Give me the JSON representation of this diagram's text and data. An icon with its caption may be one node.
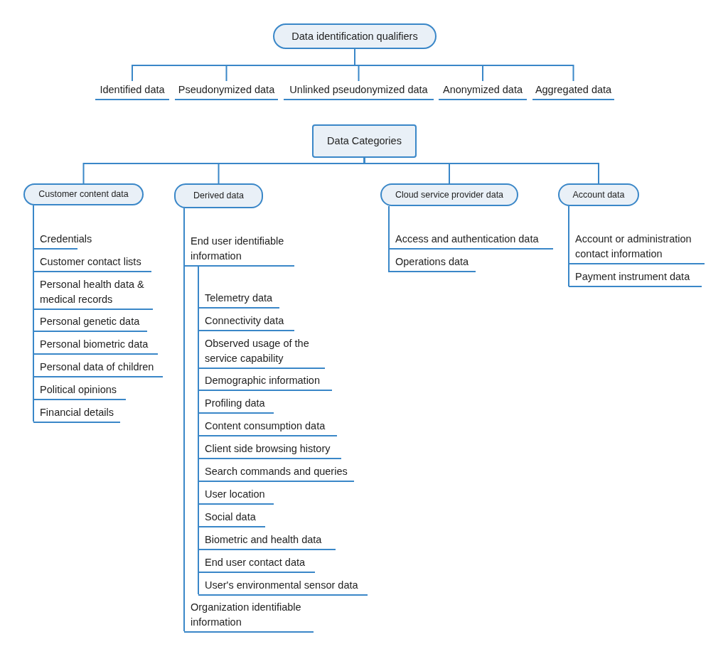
{
  "diagram": {
    "nodes": [
      {
        "text": [
          "Data identification qualifiers"
        ]
      },
      {
        "text": [
          "Identified data"
        ]
      },
      {
        "text": [
          "Pseudonymized data"
        ]
      },
      {
        "text": [
          "Unlinked pseudonymized data"
        ]
      },
      {
        "text": [
          "Anonymized data"
        ]
      },
      {
        "text": [
          "Aggregated data"
        ]
      },
      {
        "text": [
          "Data Categories"
        ]
      },
      {
        "text": [
          "Customer content data"
        ]
      },
      {
        "text": [
          "Credentials"
        ]
      },
      {
        "text": [
          "Customer contact lists"
        ]
      },
      {
        "text": [
          "Personal health data & medical records"
        ]
      },
      {
        "text": [
          "Personal genetic data"
        ]
      },
      {
        "text": [
          "Personal biometric data"
        ]
      },
      {
        "text": [
          "Personal data of children"
        ]
      },
      {
        "text": [
          "Political opinions"
        ]
      },
      {
        "text": [
          "Financial details"
        ]
      },
      {
        "text": [
          "Derived data"
        ]
      },
      {
        "text": [
          "End user identifiable information"
        ]
      },
      {
        "text": [
          "Telemetry data"
        ]
      },
      {
        "text": [
          "Connectivity data"
        ]
      },
      {
        "text": [
          "Observed usage of the service capability"
        ]
      },
      {
        "text": [
          "Demographic information"
        ]
      },
      {
        "text": [
          "Profiling data"
        ]
      },
      {
        "text": [
          "Content consumption data"
        ]
      },
      {
        "text": [
          "Client side browsing history"
        ]
      },
      {
        "text": [
          "Search commands and queries"
        ]
      },
      {
        "text": [
          "User location"
        ]
      },
      {
        "text": [
          "Social data"
        ]
      },
      {
        "text": [
          "Biometric and health data"
        ]
      },
      {
        "text": [
          "End user contact data"
        ]
      },
      {
        "text": [
          "User's environmental sensor data"
        ]
      },
      {
        "text": [
          "Organization identifiable information"
        ]
      },
      {
        "text": [
          "Cloud service provider data"
        ]
      },
      {
        "text": [
          "Access and authentication data"
        ]
      },
      {
        "text": [
          "Operations data"
        ]
      },
      {
        "text": [
          "Account data"
        ]
      },
      {
        "text": [
          "Account or administration contact information"
        ]
      },
      {
        "text": [
          "Payment instrument data"
        ]
      }
    ],
    "edges": [
      {
        "from": 0,
        "to": 1,
        "arrow": "none"
      },
      {
        "from": 0,
        "to": 2,
        "arrow": "none"
      },
      {
        "from": 0,
        "to": 3,
        "arrow": "none"
      },
      {
        "from": 0,
        "to": 4,
        "arrow": "none"
      },
      {
        "from": 0,
        "to": 5,
        "arrow": "none"
      },
      {
        "from": 6,
        "to": 7,
        "arrow": "none"
      },
      {
        "from": 6,
        "to": 16,
        "arrow": "none"
      },
      {
        "from": 6,
        "to": 32,
        "arrow": "none"
      },
      {
        "from": 6,
        "to": 35,
        "arrow": "none"
      },
      {
        "from": 7,
        "to": 8,
        "arrow": "none"
      },
      {
        "from": 7,
        "to": 9,
        "arrow": "none"
      },
      {
        "from": 7,
        "to": 10,
        "arrow": "none"
      },
      {
        "from": 7,
        "to": 11,
        "arrow": "none"
      },
      {
        "from": 7,
        "to": 12,
        "arrow": "none"
      },
      {
        "from": 7,
        "to": 13,
        "arrow": "none"
      },
      {
        "from": 7,
        "to": 14,
        "arrow": "none"
      },
      {
        "from": 7,
        "to": 15,
        "arrow": "none"
      },
      {
        "from": 16,
        "to": 17,
        "arrow": "none"
      },
      {
        "from": 17,
        "to": 18,
        "arrow": "none"
      },
      {
        "from": 17,
        "to": 19,
        "arrow": "none"
      },
      {
        "from": 17,
        "to": 20,
        "arrow": "none"
      },
      {
        "from": 17,
        "to": 21,
        "arrow": "none"
      },
      {
        "from": 17,
        "to": 22,
        "arrow": "none"
      },
      {
        "from": 17,
        "to": 23,
        "arrow": "none"
      },
      {
        "from": 17,
        "to": 24,
        "arrow": "none"
      },
      {
        "from": 17,
        "to": 25,
        "arrow": "none"
      },
      {
        "from": 17,
        "to": 26,
        "arrow": "none"
      },
      {
        "from": 17,
        "to": 27,
        "arrow": "none"
      },
      {
        "from": 17,
        "to": 28,
        "arrow": "none"
      },
      {
        "from": 17,
        "to": 29,
        "arrow": "none"
      },
      {
        "from": 17,
        "to": 30,
        "arrow": "none"
      },
      {
        "from": 16,
        "to": 31,
        "arrow": "none"
      },
      {
        "from": 32,
        "to": 33,
        "arrow": "none"
      },
      {
        "from": 32,
        "to": 34,
        "arrow": "none"
      },
      {
        "from": 35,
        "to": 36,
        "arrow": "none"
      },
      {
        "from": 35,
        "to": 37,
        "arrow": "none"
      }
    ]
  }
}
